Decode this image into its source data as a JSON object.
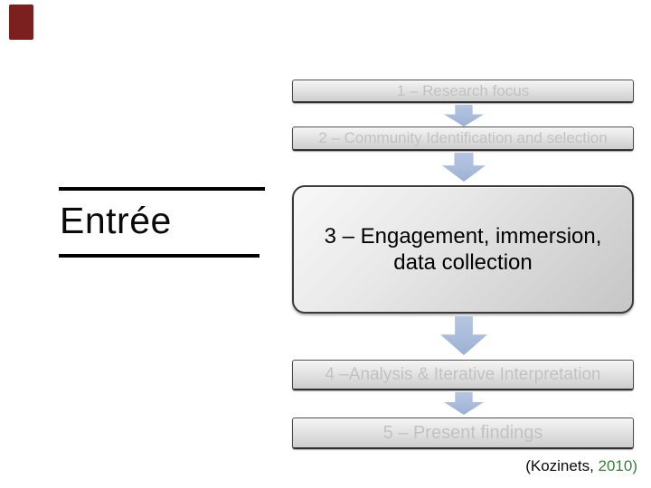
{
  "colors": {
    "background": "#ffffff",
    "corner_mark": "#7b1f1f",
    "box_border": "#3a3a3a",
    "box_fill_top": "#f4f4f4",
    "box_fill_bottom": "#cdcdcd",
    "muted_step_text": "#c2c2c2",
    "emphasis_text": "#000000",
    "arrow": "#a9bcdb",
    "citation_year": "#388038"
  },
  "entree": {
    "title": "Entrée"
  },
  "flowchart": {
    "steps": [
      {
        "label": "1 – Research focus"
      },
      {
        "label": "2 – Community Identification and selection"
      },
      {
        "label": "3 – Engagement, immersion, data collection",
        "lines": [
          "3 – Engagement, immersion,",
          "data collection"
        ],
        "emphasis": true
      },
      {
        "label": "4 –Analysis & Iterative Interpretation"
      },
      {
        "label": "5 – Present findings"
      }
    ]
  },
  "citation": {
    "author": "(Kozinets,",
    "year": " 2010)"
  }
}
